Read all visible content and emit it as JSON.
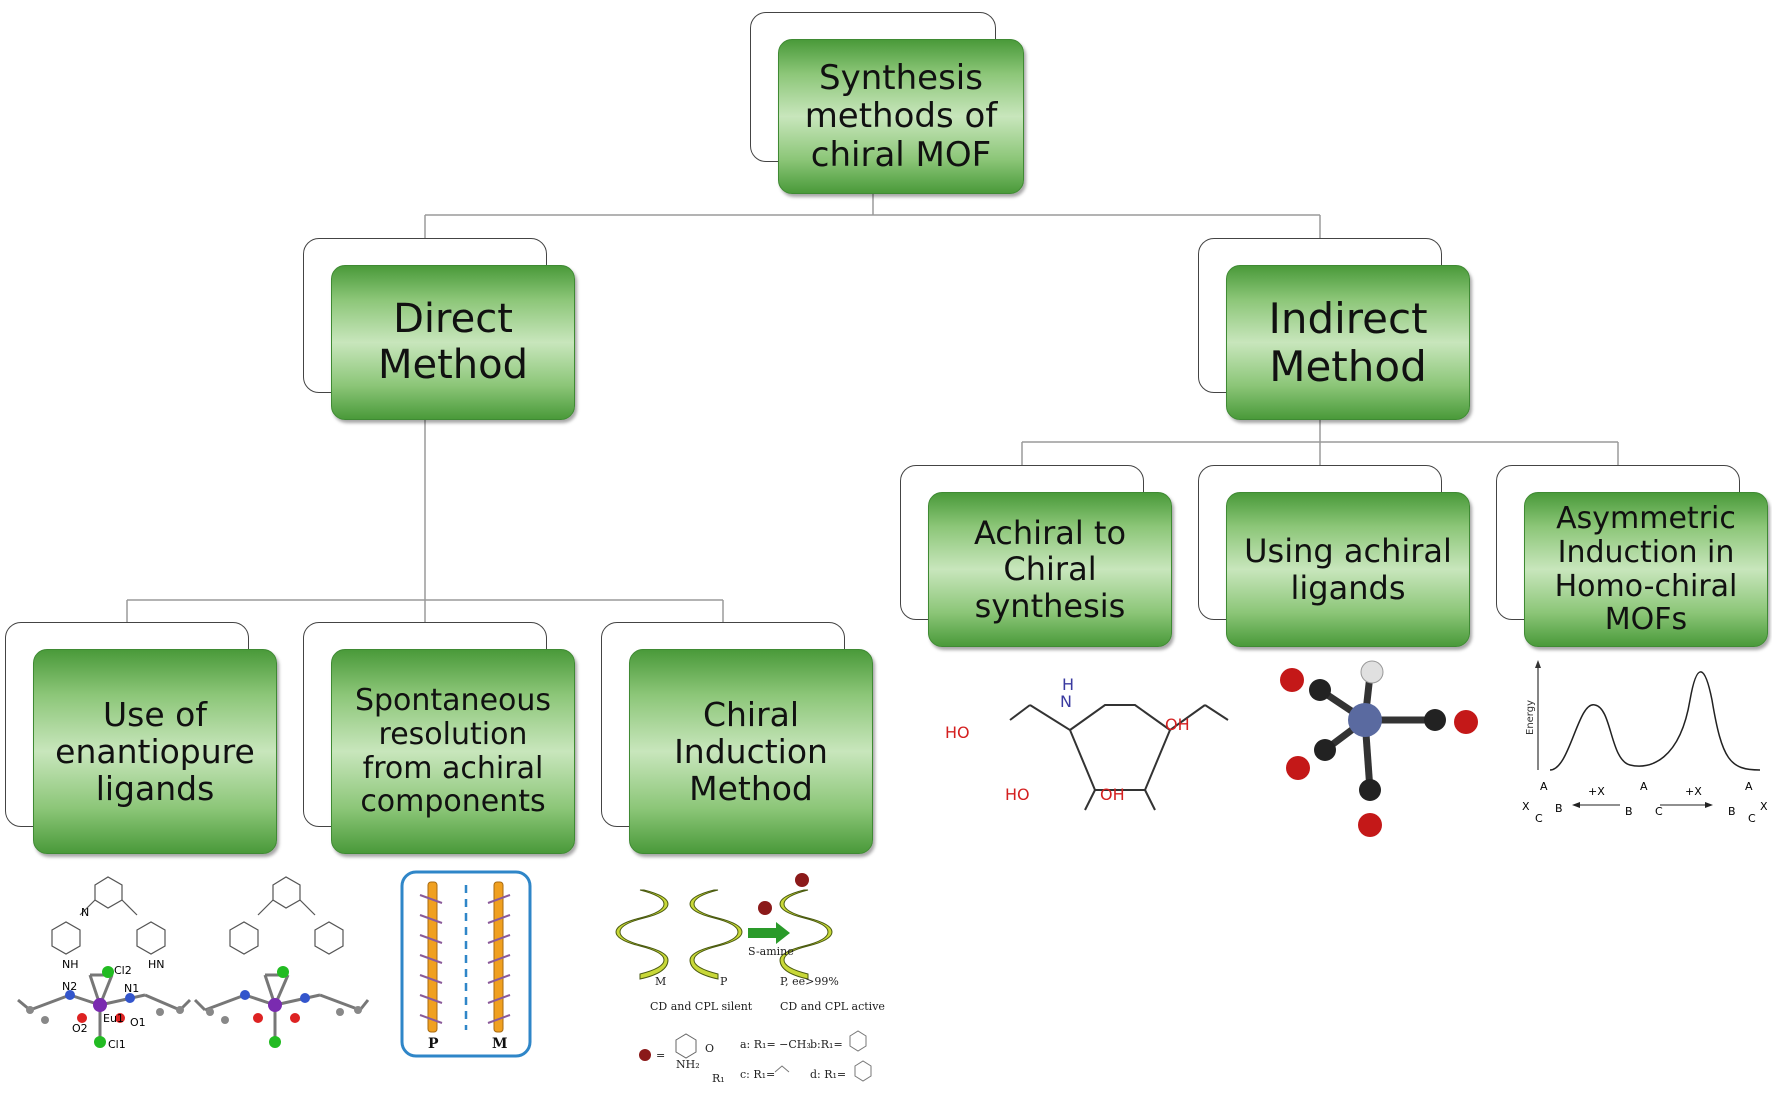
{
  "nodes": {
    "root": "Synthesis\nmethods of\nchiral MOF",
    "direct": "Direct\nMethod",
    "indirect": "Indirect\nMethod",
    "enantiopure": "Use of\nenantiopure\nligands",
    "spontaneous": "Spontaneous\nresolution\nfrom achiral\ncomponents",
    "chiral_induction": "Chiral\nInduction\nMethod",
    "achiral_to_chiral": "Achiral to\nChiral\nsynthesis",
    "using_achiral": "Using achiral\nligands",
    "asymmetric": "Asymmetric\nInduction in\nHomo-chiral\nMOFs"
  },
  "figures": {
    "enantiopure_atoms": [
      "N2",
      "N1",
      "O2",
      "Eu1",
      "O1",
      "Cl1",
      "Cl2"
    ],
    "enantiopure_nh": "NH",
    "enantiopure_hn": "HN",
    "enantiopure_n": "N",
    "spontaneous_labels": [
      "P",
      "M"
    ],
    "helix_labels": [
      "M",
      "P",
      "P, ee>99%"
    ],
    "helix_arrow_label": "S-amine",
    "helix_captions": [
      "CD and CPL silent",
      "CD and CPL active"
    ],
    "helix_substituents": [
      "a: R₁= −CH₃",
      "b:R₁=",
      "c: R₁=",
      "d: R₁="
    ],
    "helix_eq": "=",
    "helix_nh2": "NH₂",
    "helix_r1": "R₁",
    "helix_o": "O",
    "pyrrolidine_labels": [
      "H",
      "N",
      "HO",
      "OH",
      "HO",
      "OH"
    ],
    "energy_axis_label": "Energy",
    "reaction_labels": [
      "+X",
      "+X"
    ],
    "reaction_atoms": [
      "A",
      "X",
      "B",
      "C",
      "A",
      "B",
      "C",
      "A",
      "B",
      "X",
      "C"
    ]
  }
}
